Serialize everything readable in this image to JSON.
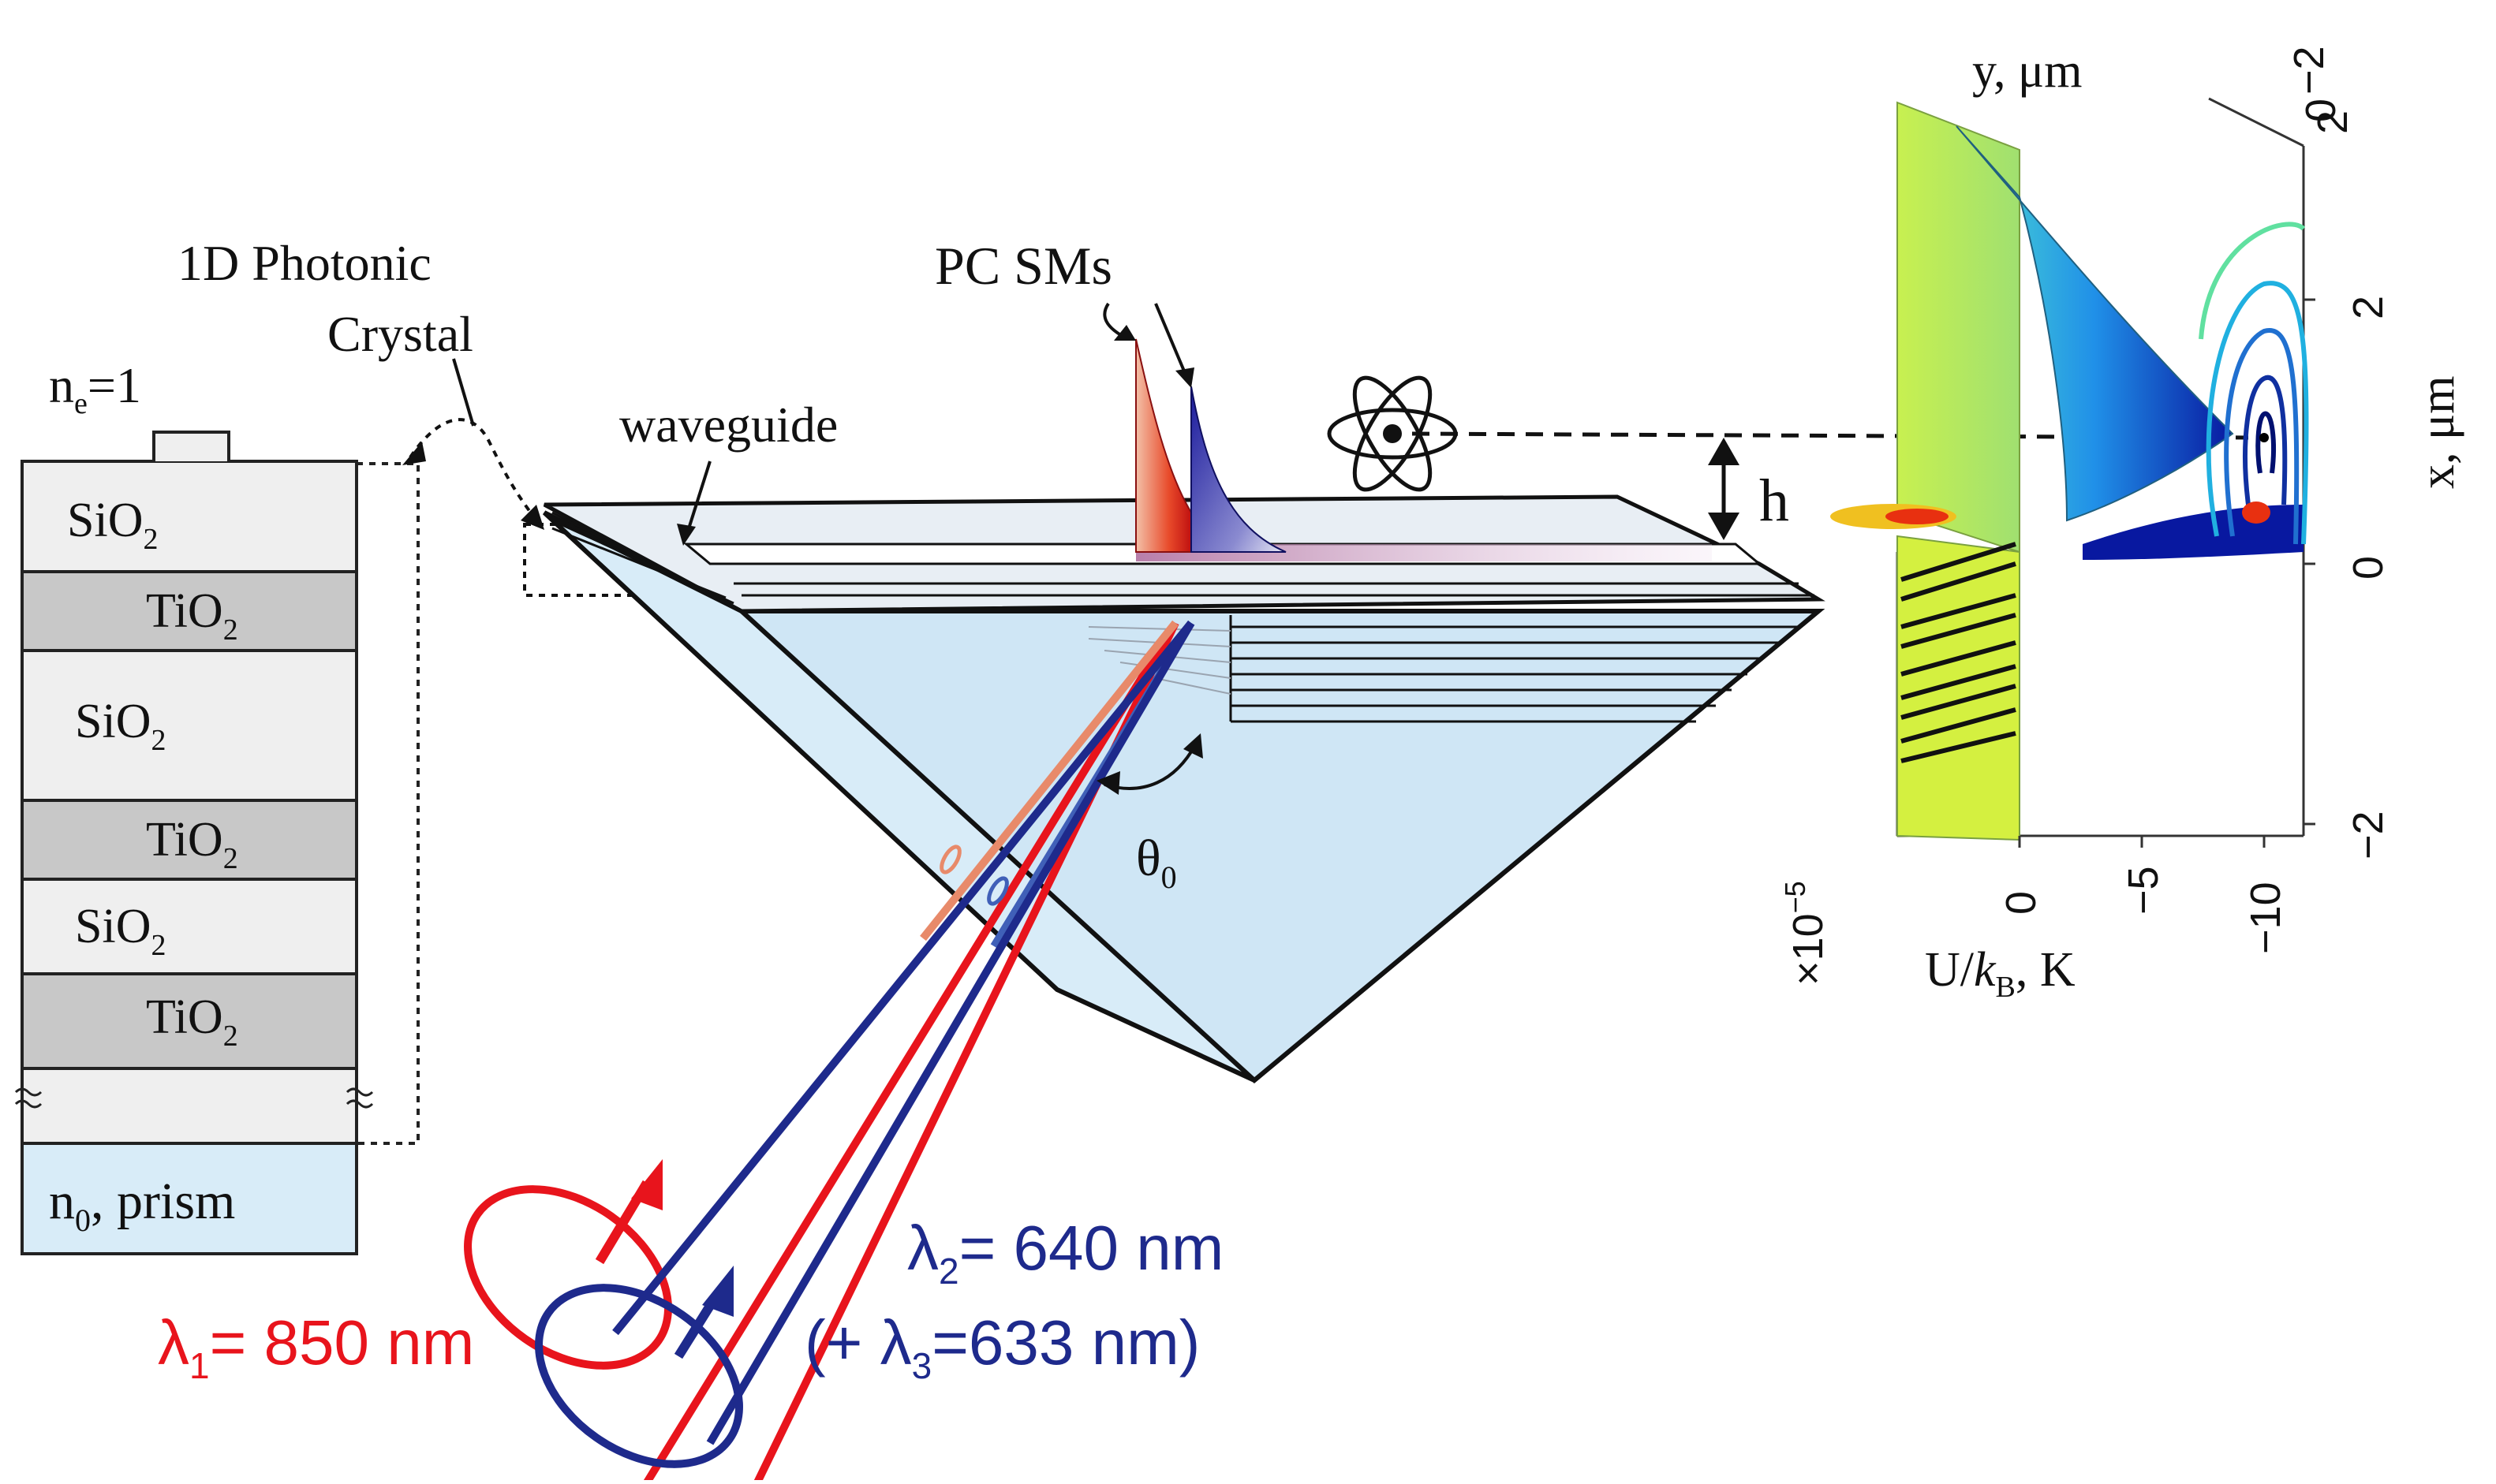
{
  "stack": {
    "top_label_n": "n",
    "top_label_sub": "e",
    "top_label_rest": "=1",
    "layers": [
      {
        "name": "SiO",
        "sub": "2",
        "material": "SiO2"
      },
      {
        "name": "TiO",
        "sub": "2",
        "material": "TiO2"
      },
      {
        "name": "SiO",
        "sub": "2",
        "material": "SiO2"
      },
      {
        "name": "TiO",
        "sub": "2",
        "material": "TiO2"
      },
      {
        "name": "SiO",
        "sub": "2",
        "material": "SiO2"
      },
      {
        "name": "TiO",
        "sub": "2",
        "material": "TiO2"
      }
    ],
    "prism_n": "n",
    "prism_sub": "0",
    "prism_rest": ", prism"
  },
  "labels": {
    "photonic_crystal_line1": "1D Photonic",
    "photonic_crystal_line2": "Crystal",
    "waveguide": "waveguide",
    "pc_sms": "PC SMs",
    "h": "h",
    "theta_main": "θ",
    "theta_sub": "0"
  },
  "beams": {
    "lambda1_prefix": "λ",
    "lambda1_sub": "1",
    "lambda1_rest": "= 850 nm",
    "lambda2_prefix": "λ",
    "lambda2_sub": "2",
    "lambda2_rest": "= 640 nm",
    "lambda3_open": "(+ λ",
    "lambda3_sub": "3",
    "lambda3_rest": "=633 nm)"
  },
  "plot": {
    "y_axis_label": "y, μm",
    "x_axis_label": "x, μm",
    "u_axis_label_pre": "U/",
    "u_axis_label_k": "k",
    "u_axis_label_sub": "B",
    "u_axis_label_post": ", K",
    "scale_factor_pre": "×10",
    "scale_factor_exp": "−5",
    "y_ticks": [
      "−2",
      "0",
      "2"
    ],
    "x_ticks": [
      "2",
      "0",
      "−2"
    ],
    "u_ticks": [
      "0",
      "−5",
      "−10"
    ]
  },
  "colors": {
    "red_beam": "#e8141c",
    "blue_beam": "#1e2a8c",
    "prism_fill": "#d8ecf8",
    "tio2_fill": "#c8c8c8",
    "sio2_fill": "#efefef"
  }
}
